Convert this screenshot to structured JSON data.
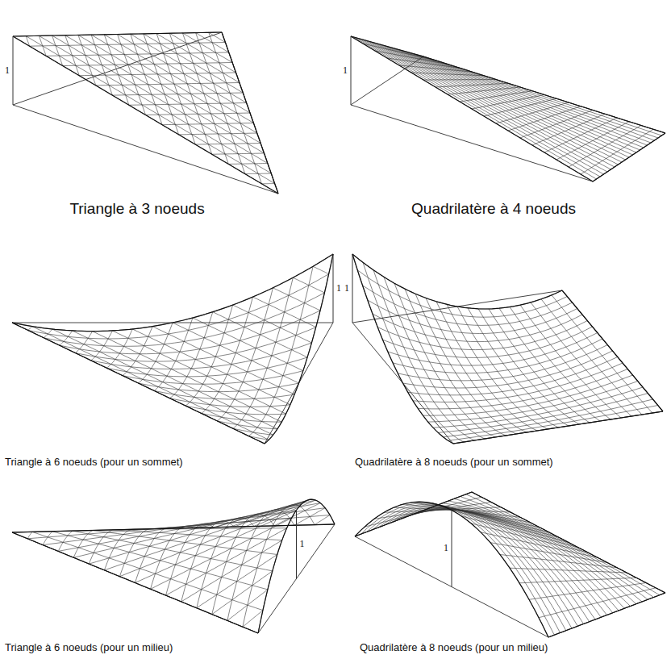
{
  "diagram": {
    "labels": [
      "1",
      "Triangle à 3 noeuds",
      "1",
      "Quadrilatère à 4 noeuds",
      "1",
      "Triangle à 6 noeuds (pour un sommet)",
      "1",
      "Quadrilatère à 8 noeuds (pour un sommet)",
      "1",
      "Triangle à 6 noeuds (pour un milieu)",
      "1",
      "Quadrilatère à 8 noeuds (pour un milieu)"
    ]
  }
}
